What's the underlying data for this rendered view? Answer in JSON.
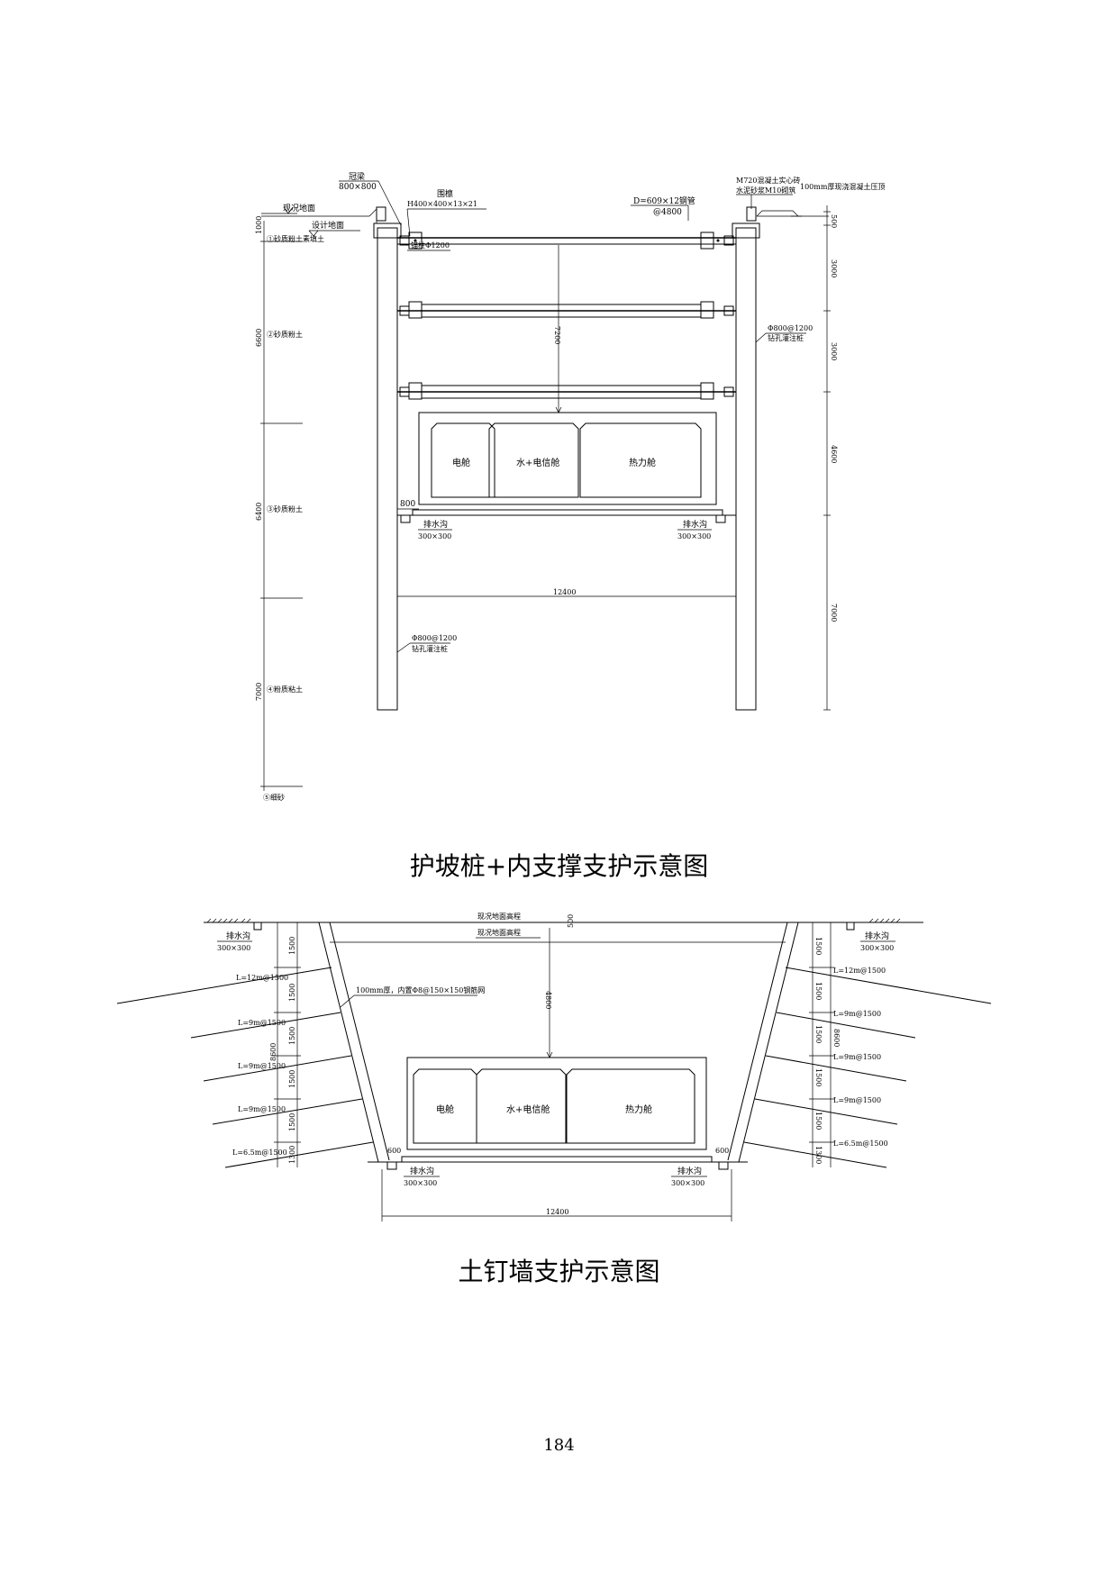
{
  "diagram1": {
    "caption": "护坡桩+内支撑支护示意图",
    "labels": {
      "crown_beam": "冠梁",
      "crown_beam_size": "800×800",
      "existing_ground": "现况地面",
      "design_ground": "设计地面",
      "waling": "围檩",
      "waling_size": "H400×400×13×21",
      "steel_pipe": "D=609×12钢管",
      "steel_pipe_spacing": "@4800",
      "wall_note_line1": "M720混凝土实心砖",
      "wall_note_line2": "水泥砂浆M10砌筑",
      "top_note": "100mm厚现浇混凝土压顶",
      "anchor_pile": "锚柱Φ1200",
      "pile_right_line1": "Φ800@1200",
      "pile_right_line2": "钻孔灌注桩",
      "pile_left_line1": "Φ800@1200",
      "pile_left_line2": "钻孔灌注桩",
      "offset_800": "800",
      "drain_left": "排水沟",
      "drain_left_size": "300×300",
      "drain_right": "排水沟",
      "drain_right_size": "300×300",
      "width_dim": "12400",
      "depth_dim": "7200"
    },
    "soil_layers": [
      {
        "label": "①砂质粉土素填土",
        "dim": "1000"
      },
      {
        "label": "②砂质粉土",
        "dim": "6600"
      },
      {
        "label": "③砂质粉土",
        "dim": "6400"
      },
      {
        "label": "④粉质粘土",
        "dim": "7000"
      },
      {
        "label": "⑤细砂",
        "dim": ""
      }
    ],
    "right_dims": [
      "500",
      "3000",
      "3000",
      "4600",
      "7000"
    ],
    "cells": [
      "电舱",
      "水+电信舱",
      "热力舱"
    ]
  },
  "diagram2": {
    "caption": "土钉墙支护示意图",
    "labels": {
      "ground_label_1": "现况地面高程",
      "ground_label_2": "现况地面高程",
      "top_dim": "500",
      "shotcrete": "100mm厚，内置Φ8@150×150钢筋网",
      "depth_dim": "4800",
      "drain_top_left": "排水沟",
      "drain_top_left_size": "300×300",
      "drain_top_right": "排水沟",
      "drain_top_right_size": "300×300",
      "drain_left": "排水沟",
      "drain_left_size": "300×300",
      "drain_right": "排水沟",
      "drain_right_size": "300×300",
      "width_dim": "12400",
      "offset_left": "600",
      "offset_right": "600",
      "right_total_dim": "8600"
    },
    "nails_left": [
      "L=12m@1500",
      "L=9m@1500",
      "L=9m@1500",
      "L=9m@1500",
      "L=6.5m@1500"
    ],
    "nails_right": [
      "L=12m@1500",
      "L=9m@1500",
      "L=9m@1500",
      "L=9m@1500",
      "L=6.5m@1500"
    ],
    "left_dims": [
      "1500",
      "1500",
      "1500",
      "1500",
      "1500",
      "1300"
    ],
    "right_dims": [
      "1500",
      "1500",
      "1500",
      "1500",
      "1500",
      "1300"
    ],
    "left_total_dim": "8600",
    "cells": [
      "电舱",
      "水+电信舱",
      "热力舱"
    ]
  },
  "page_number": "184"
}
